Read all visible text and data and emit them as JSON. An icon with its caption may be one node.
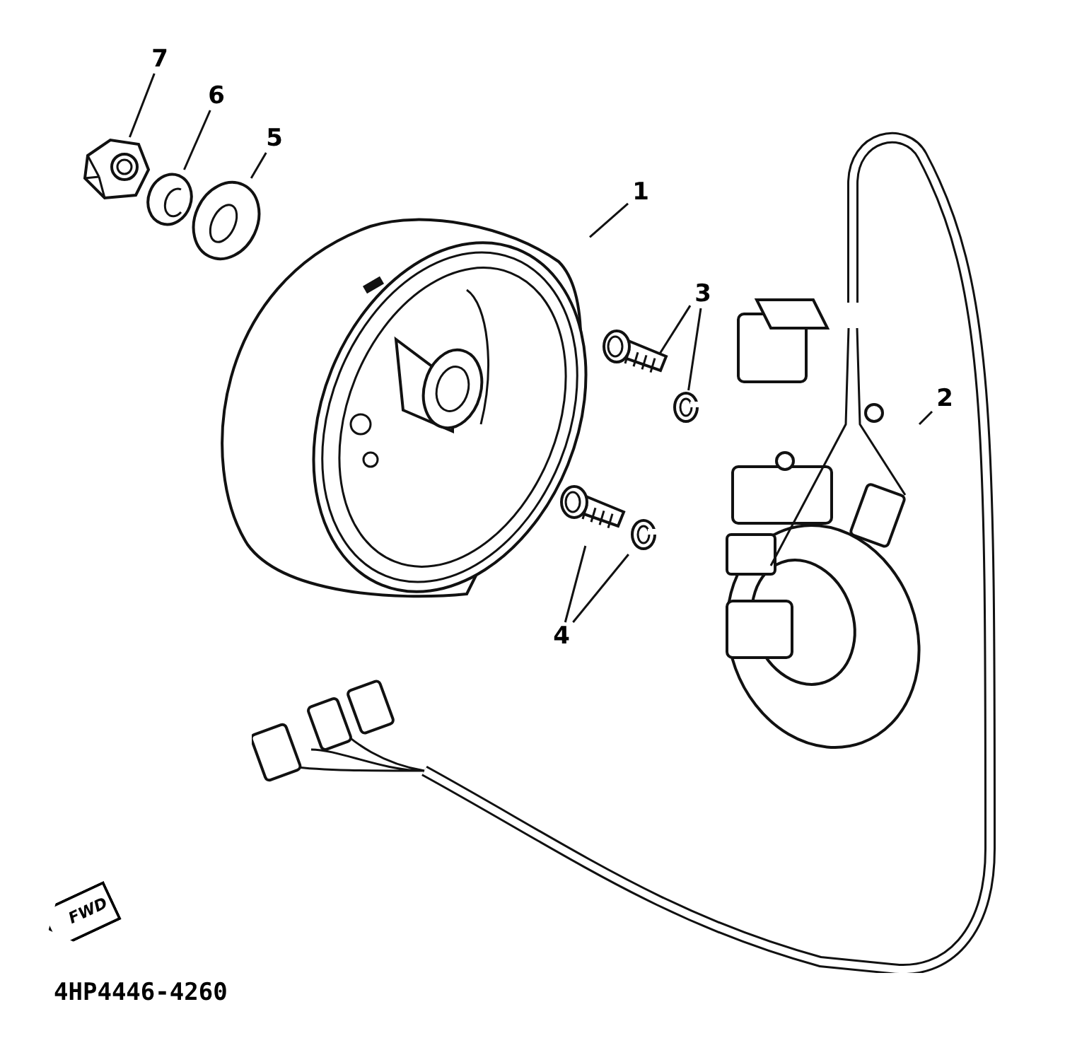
{
  "diagram": {
    "nodes": [
      {
        "text": [
          "7"
        ]
      },
      {
        "text": [
          "6"
        ]
      },
      {
        "text": [
          "5"
        ]
      },
      {
        "text": [
          "1"
        ]
      },
      {
        "text": [
          "3"
        ]
      },
      {
        "text": [
          "2"
        ]
      },
      {
        "text": [
          "4"
        ]
      },
      {
        "text": [],
        "shape": "picture"
      },
      {
        "text": [],
        "shape": "picture"
      },
      {
        "text": [],
        "shape": "picture"
      },
      {
        "text": [],
        "shape": "picture"
      },
      {
        "text": [],
        "shape": "picture"
      },
      {
        "text": [],
        "shape": "picture"
      },
      {
        "text": [],
        "shape": "picture"
      },
      {
        "text": [],
        "shape": "picture"
      },
      {
        "text": [],
        "shape": "picture"
      }
    ],
    "edges": [
      {
        "from": 0,
        "to": 7,
        "arrow": "none"
      },
      {
        "from": 1,
        "to": 8,
        "arrow": "none"
      },
      {
        "from": 2,
        "to": 9,
        "arrow": "none"
      },
      {
        "from": 3,
        "to": 10,
        "arrow": "none"
      },
      {
        "from": 4,
        "to": 11,
        "arrow": "none"
      },
      {
        "from": 4,
        "to": 12,
        "arrow": "none"
      },
      {
        "from": 5,
        "to": 13,
        "arrow": "none"
      },
      {
        "from": 6,
        "to": 14,
        "arrow": "none"
      },
      {
        "from": 6,
        "to": 15,
        "arrow": "none"
      }
    ],
    "labels": [
      "FWD",
      "4HP4446-4260"
    ]
  }
}
